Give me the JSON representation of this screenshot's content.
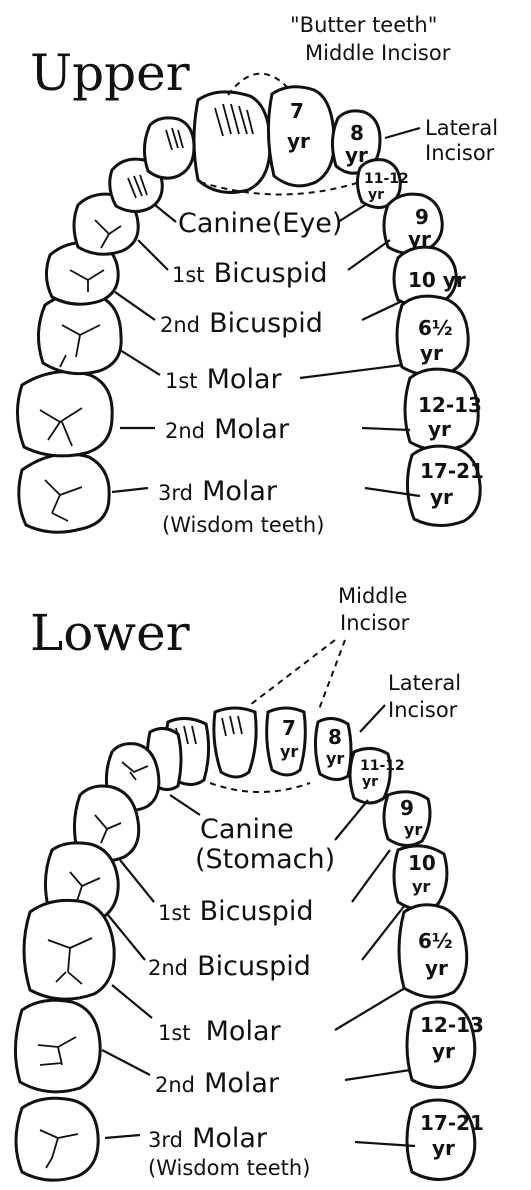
{
  "upper": {
    "title": "Upper",
    "butter_teeth": "\"Butter teeth\"",
    "middle_incisor": "Middle Incisor",
    "lateral_line1": "Lateral",
    "lateral_line2": "Incisor",
    "canine": "Canine(Eye)",
    "bicuspid1_ord": "1st",
    "bicuspid1_word": "Bicuspid",
    "bicuspid2_ord": "2nd",
    "bicuspid2_word": "Bicuspid",
    "molar1_ord": "1st",
    "molar1_word": "Molar",
    "molar2_ord": "2nd",
    "molar2_word": "Molar",
    "molar3_ord": "3rd",
    "molar3_word": "Molar",
    "wisdom": "(Wisdom teeth)",
    "ages": {
      "middle": [
        "7",
        "yr"
      ],
      "lateral": [
        "8",
        "yr"
      ],
      "canine": [
        "11-12",
        "yr"
      ],
      "bicuspid1": [
        "9",
        "yr"
      ],
      "bicuspid2": [
        "10 yr"
      ],
      "molar1": [
        "6½",
        "yr"
      ],
      "molar2": [
        "12-13",
        "yr"
      ],
      "molar3": [
        "17-21",
        "yr"
      ]
    }
  },
  "lower": {
    "title": "Lower",
    "middle_line1": "Middle",
    "middle_line2": "Incisor",
    "lateral_line1": "Lateral",
    "lateral_line2": "Incisor",
    "canine_line1": "Canine",
    "canine_line2": "(Stomach)",
    "bicuspid1_ord": "1st",
    "bicuspid1_word": "Bicuspid",
    "bicuspid2_ord": "2nd",
    "bicuspid2_word": "Bicuspid",
    "molar1_ord": "1st",
    "molar1_word": "Molar",
    "molar2_ord": "2nd",
    "molar2_word": "Molar",
    "molar3_ord": "3rd",
    "molar3_word": "Molar",
    "wisdom": "(Wisdom teeth)",
    "ages": {
      "middle": [
        "7",
        "yr"
      ],
      "lateral": [
        "8",
        "yr"
      ],
      "canine": [
        "11-12",
        "yr"
      ],
      "bicuspid1": [
        "9",
        "yr"
      ],
      "bicuspid2": [
        "10",
        "yr"
      ],
      "molar1": [
        "6½",
        "yr"
      ],
      "molar2": [
        "12-13",
        "yr"
      ],
      "molar3": [
        "17-21",
        "yr"
      ]
    }
  }
}
